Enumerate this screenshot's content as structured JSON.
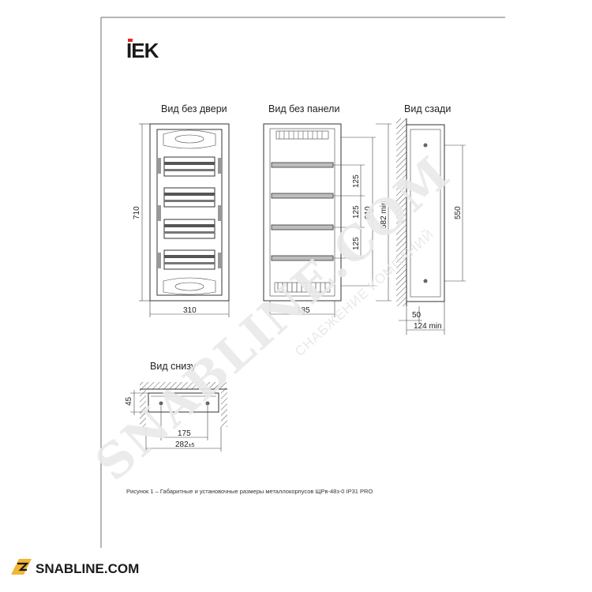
{
  "brand": {
    "logo": "IEK",
    "site_logo": "SNABLINE.COM"
  },
  "watermark": {
    "main": "SNABLINE.COM",
    "sub": "СНАБЖЕНИЕ КОМПАНИЙ"
  },
  "views": {
    "front_no_door": {
      "title": "Вид без двери",
      "height": "710",
      "width": "310"
    },
    "no_panel": {
      "title": "Вид без панели",
      "width": "185",
      "height_total": "610",
      "pitch_1": "125",
      "pitch_2": "125",
      "pitch_3": "125",
      "mount_height": "682 min"
    },
    "rear": {
      "title": "Вид сзади",
      "height": "550",
      "depth": "50",
      "depth_min": "124 min"
    },
    "bottom": {
      "title": "Вид снизу",
      "height": "45",
      "inner": "175",
      "outer_value": "282",
      "outer_tol": "±5"
    }
  },
  "caption": "Рисунок 1 – Габаритные и установочные размеры металлокорпусов ЩРв-48з-0 IP31 PRO",
  "colors": {
    "line": "#333333",
    "rail": "#bdbdbd",
    "logo_red": "#e3262b",
    "logo_dark": "#1a1a1a",
    "frame": "#6b6b6b"
  }
}
